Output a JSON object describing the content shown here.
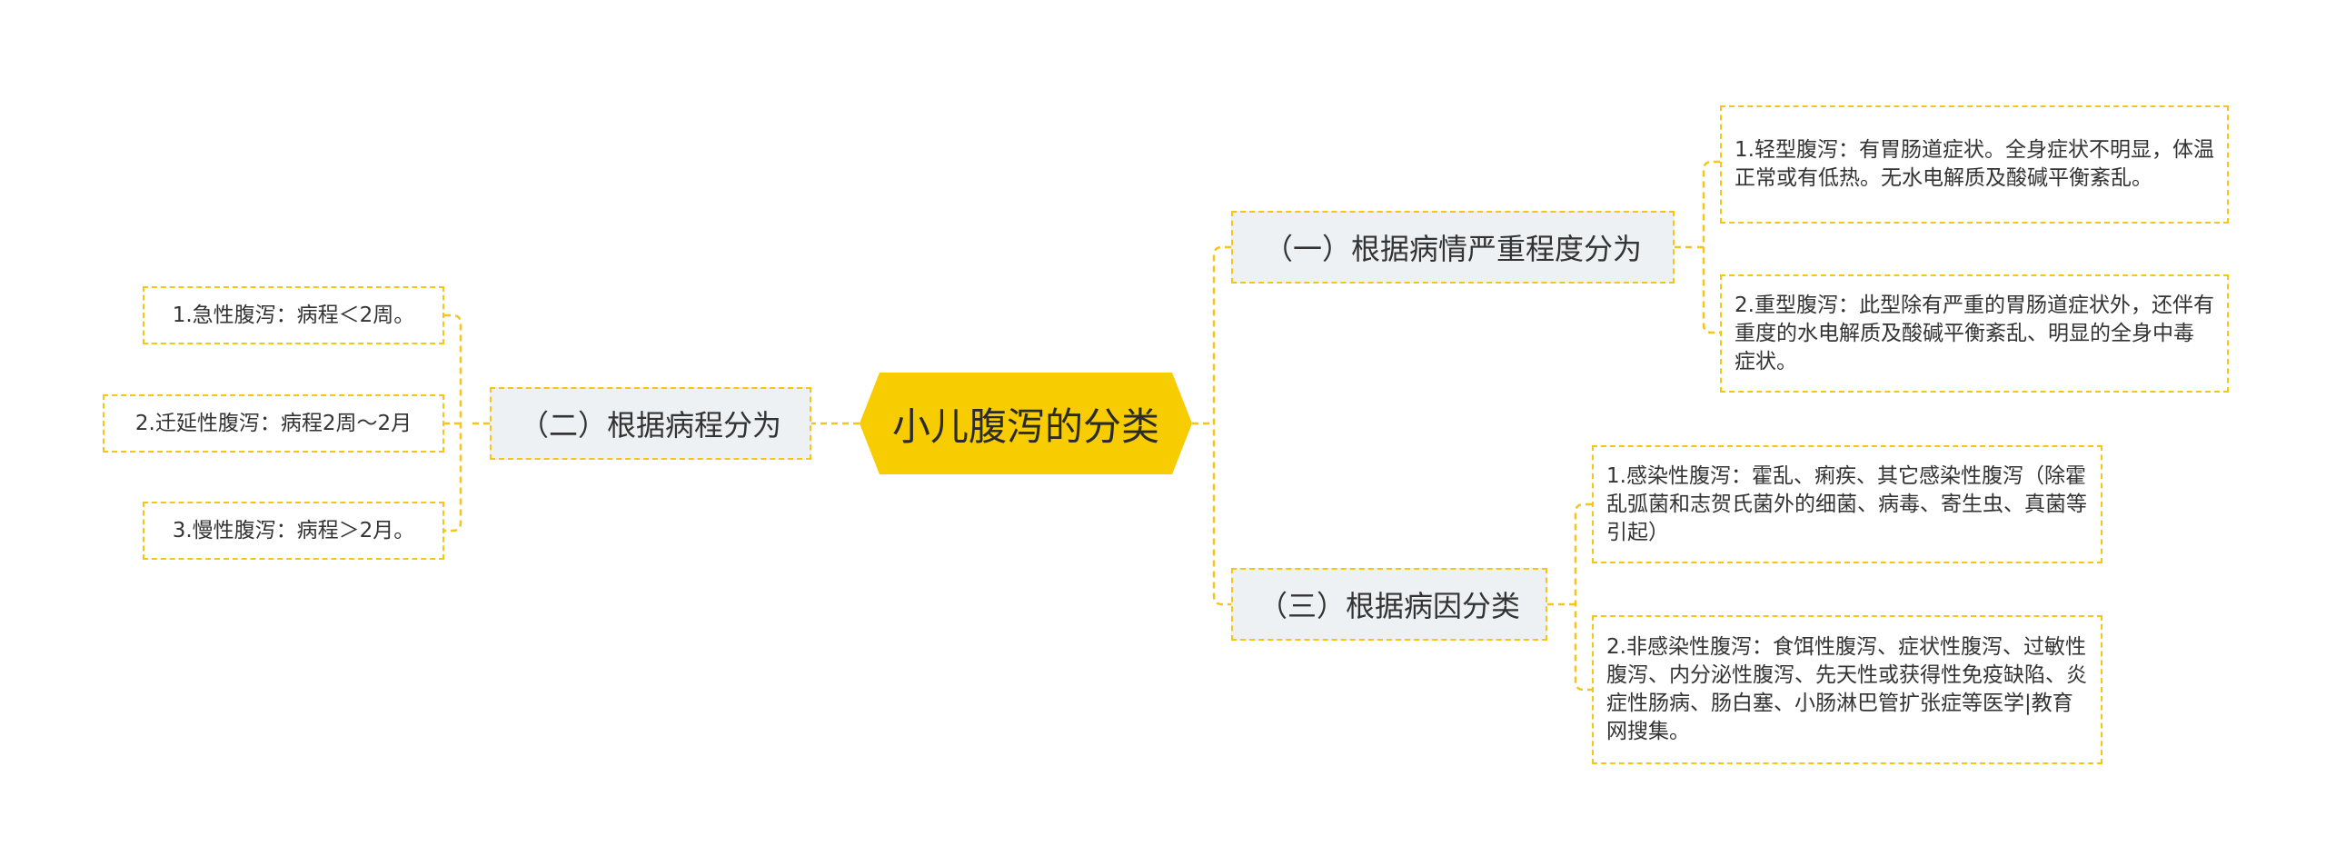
{
  "root": {
    "label": "小儿腹泻的分类"
  },
  "branches": [
    {
      "label": "（一）根据病情严重程度分为",
      "children": [
        "1.轻型腹泻：有胃肠道症状。全身症状不明显，体温正常或有低热。无水电解质及酸碱平衡紊乱。",
        "2.重型腹泻：此型除有严重的胃肠道症状外，还伴有重度的水电解质及酸碱平衡紊乱、明显的全身中毒症状。"
      ]
    },
    {
      "label": "（二）根据病程分为",
      "children": [
        "1.急性腹泻：病程＜2周。",
        "2.迁延性腹泻：病程2周～2月",
        "3.慢性腹泻：病程＞2月。"
      ]
    },
    {
      "label": "（三）根据病因分类",
      "children": [
        "1.感染性腹泻：霍乱、痢疾、其它感染性腹泻（除霍乱弧菌和志贺氏菌外的细菌、病毒、寄生虫、真菌等引起）",
        "2.非感染性腹泻：食饵性腹泻、症状性腹泻、过敏性腹泻、内分泌性腹泻、先天性或获得性免疫缺陷、炎症性肠病、肠白塞、小肠淋巴管扩张症等医学|教育网搜集。"
      ]
    }
  ],
  "colors": {
    "accent": "#f7cc00",
    "connector": "#f5c518",
    "branch_bg": "#eef1f4",
    "text": "#333333"
  }
}
